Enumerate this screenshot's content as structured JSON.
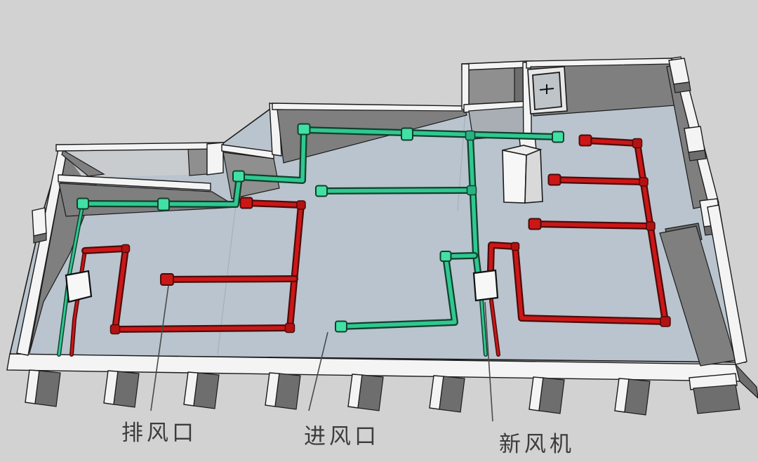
{
  "diagram": {
    "type": "3d-axonometric-ventilation-floorplan",
    "callouts": {
      "exhaust_outlet": "排风口",
      "air_intake": "进风口",
      "fresh_air_unit": "新风机"
    }
  },
  "colors": {
    "background": "#d2d2d2",
    "floor": "#b9c4ce",
    "exhaust": "#cc1717",
    "exhaust-dark": "#4d0a0a",
    "intake": "#2fc893",
    "intake-bright": "#41e0a4",
    "intake-dark": "#123f2b",
    "wall-light": "#f4f4f4",
    "wall-shadow": "#7f7f7f",
    "label": "#3c3c3c"
  }
}
